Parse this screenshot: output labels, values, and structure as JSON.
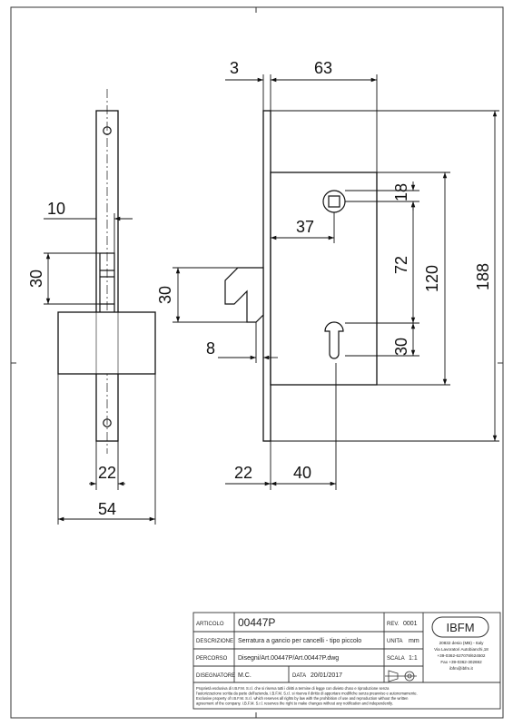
{
  "dimensions": {
    "front_width_plate": "10",
    "front_latch_height": "30",
    "front_body_width": "22",
    "front_total_width": "54",
    "side_plate_thickness": "3",
    "side_body_depth": "63",
    "side_backset": "37",
    "side_hook_height": "30",
    "side_hook_offset": "8",
    "side_bottom_left": "22",
    "side_bottom_right": "40",
    "spindle_height": "18",
    "center_distance": "72",
    "case_height": "120",
    "plate_height": "188",
    "cylinder_height": "30"
  },
  "title_block": {
    "articolo_label": "ARTICOLO",
    "articolo_value": "00447P",
    "rev_label": "REV.",
    "rev_value": "0001",
    "descrizione_label": "DESCRIZIONE",
    "descrizione_value": "Serratura a gancio per cancelli - tipo piccolo",
    "unita_label": "UNITA",
    "unita_value": "mm",
    "percorso_label": "PERCORSO",
    "percorso_value": "Disegni/Art.00447P/Art.00447P.dwg",
    "scala_label": "SCALA",
    "scala_value": "1:1",
    "disegnatore_label": "DISEGNATORE",
    "disegnatore_value": "M.C.",
    "data_label": "DATA",
    "data_value": "20/01/2017",
    "logo_text": "IBFM",
    "address_lines": [
      "20832 desio (MB) - Italy",
      "Via Lavoratori Autobianchi,18",
      "+39-0362-627078/624502",
      "Fax +39-0362-302692",
      "ibfm@ibfm.it"
    ],
    "disclaimer_lines": [
      "Proprietà esclusiva di I.B.F.M. S.r.l. che si riserva tutti i diritti a termine di legge con divieto d'uso e riproduzione senza",
      "l'autorizzazione scritta da parte dell'azienda. I.B.F.M. S.r.l. si riserva il diritto di apportare modifiche senza preavviso e autonomamente.",
      "Exclusive property of I.B.F.M. S.r.l. which reserves all rights by law with the prohibition of use and reproduction without the written",
      "agreement of the company. I.B.F.M. S.r.l. reserves the right to make changes without any notification and independently."
    ]
  }
}
